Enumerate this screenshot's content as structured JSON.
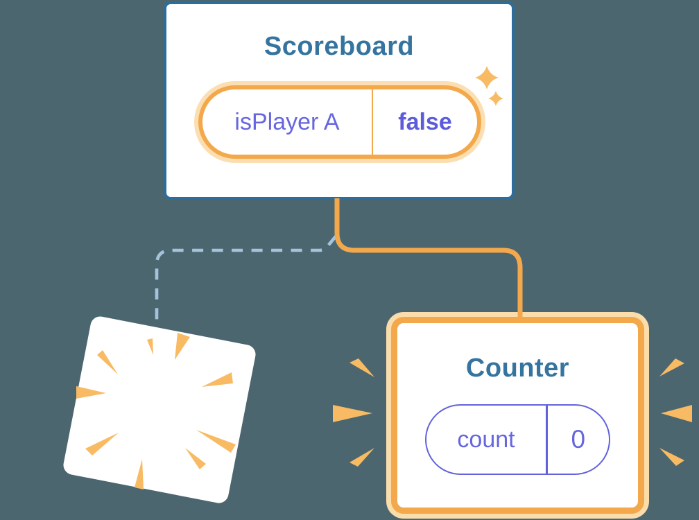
{
  "diagram": {
    "background_color": "#4C6670",
    "scoreboard": {
      "title": "Scoreboard",
      "state_key": "isPlayer A",
      "state_value": "false"
    },
    "counter": {
      "title": "Counter",
      "state_key": "count",
      "state_value": "0"
    },
    "colors": {
      "accent_orange": "#F3A94B",
      "glow_orange": "#FBDEB2",
      "ray_orange": "#F8BB63",
      "heading_blue": "#35749E",
      "card_border_blue": "#2D6D9B",
      "state_purple": "#6666DF",
      "dashed_line_blue": "#A5C4DB",
      "card_background": "#FFFFFF"
    },
    "icons": {
      "sparkle": "sparkle-icon",
      "poof": "poof-burst-icon",
      "emphasis": "emphasis-rays-icon"
    }
  }
}
